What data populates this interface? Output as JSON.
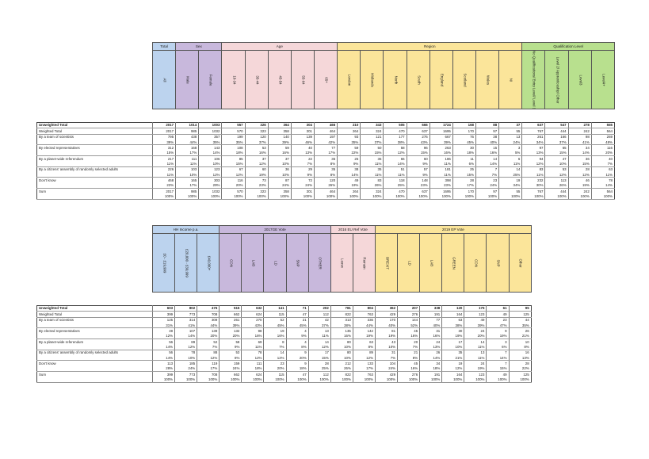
{
  "table1": {
    "groups": [
      {
        "label": "Total",
        "span": 1,
        "color": "#bcd3ee"
      },
      {
        "label": "Sex",
        "span": 2,
        "color": "#c8b8dc"
      },
      {
        "label": "Age",
        "span": 5,
        "color": "#f5d7d9"
      },
      {
        "label": "Region",
        "span": 8,
        "color": "#fbe59a"
      },
      {
        "label": "Qualification Level",
        "span": 4,
        "color": "#b8e08e"
      }
    ],
    "columns": [
      {
        "label": "All",
        "color": "#bcd3ee"
      },
      {
        "label": "Male",
        "color": "#c8b8dc"
      },
      {
        "label": "Female",
        "color": "#c8b8dc"
      },
      {
        "label": "18-34",
        "color": "#f5d7d9"
      },
      {
        "label": "35-44",
        "color": "#f5d7d9"
      },
      {
        "label": "45-54",
        "color": "#f5d7d9"
      },
      {
        "label": "55-64",
        "color": "#f5d7d9"
      },
      {
        "label": "65+",
        "color": "#f5d7d9"
      },
      {
        "label": "London",
        "color": "#fbe59a"
      },
      {
        "label": "Midlands",
        "color": "#fbe59a"
      },
      {
        "label": "North",
        "color": "#fbe59a"
      },
      {
        "label": "South",
        "color": "#fbe59a"
      },
      {
        "label": "England",
        "color": "#fbe59a"
      },
      {
        "label": "Scotland",
        "color": "#fbe59a"
      },
      {
        "label": "Wales",
        "color": "#fbe59a"
      },
      {
        "label": "NI",
        "color": "#fbe59a"
      },
      {
        "label": "No Qualifications/ Entry Level/ Level 1",
        "color": "#b8e08e"
      },
      {
        "label": "Level 2/ Apprenticeship/ Other",
        "color": "#b8e08e"
      },
      {
        "label": "Level3",
        "color": "#b8e08e"
      },
      {
        "label": "Level4+",
        "color": "#b8e08e"
      }
    ],
    "rows": [
      {
        "label": "Unweighted Total",
        "values": [
          "2017",
          "1014",
          "1003",
          "557",
          "326",
          "364",
          "304",
          "466",
          "210",
          "343",
          "505",
          "666",
          "1724",
          "168",
          "88",
          "37",
          "637",
          "547",
          "278",
          "555"
        ],
        "bold": true
      },
      {
        "label": "Weighted Total",
        "values": [
          "2017",
          "985",
          "1032",
          "570",
          "323",
          "358",
          "301",
          "464",
          "264",
          "324",
          "470",
          "637",
          "1695",
          "170",
          "97",
          "55",
          "767",
          "444",
          "242",
          "564"
        ]
      },
      {
        "label": "By a team of scientists",
        "values": [
          "795",
          "438",
          "357",
          "199",
          "120",
          "140",
          "139",
          "197",
          "93",
          "121",
          "177",
          "276",
          "667",
          "76",
          "38",
          "13",
          "261",
          "166",
          "98",
          "269"
        ]
      },
      {
        "label": "",
        "values": [
          "39%",
          "44%",
          "35%",
          "35%",
          "37%",
          "39%",
          "46%",
          "42%",
          "35%",
          "37%",
          "38%",
          "43%",
          "39%",
          "45%",
          "40%",
          "24%",
          "34%",
          "37%",
          "41%",
          "48%"
        ]
      },
      {
        "label": "By elected representatives",
        "values": [
          "312",
          "168",
          "143",
          "108",
          "53",
          "59",
          "40",
          "77",
          "59",
          "50",
          "58",
          "96",
          "263",
          "30",
          "15",
          "3",
          "97",
          "65",
          "34",
          "116"
        ]
      },
      {
        "label": "",
        "values": [
          "15%",
          "17%",
          "14%",
          "18%",
          "16%",
          "16%",
          "13%",
          "17%",
          "22%",
          "15%",
          "12%",
          "15%",
          "16%",
          "18%",
          "16%",
          "5%",
          "13%",
          "15%",
          "14%",
          "20%"
        ]
      },
      {
        "label": "By a planet-wide referendum",
        "values": [
          "217",
          "111",
          "106",
          "85",
          "37",
          "37",
          "22",
          "36",
          "25",
          "36",
          "66",
          "60",
          "186",
          "11",
          "14",
          "6",
          "94",
          "47",
          "36",
          "40"
        ]
      },
      {
        "label": "",
        "values": [
          "11%",
          "11%",
          "10%",
          "15%",
          "12%",
          "10%",
          "7%",
          "8%",
          "9%",
          "11%",
          "14%",
          "9%",
          "11%",
          "6%",
          "14%",
          "11%",
          "12%",
          "10%",
          "15%",
          "7%"
        ]
      },
      {
        "label": "By a citizens' assembly of randomly selected adults",
        "values": [
          "226",
          "103",
          "123",
          "67",
          "60",
          "36",
          "29",
          "35",
          "38",
          "35",
          "51",
          "57",
          "181",
          "25",
          "7",
          "14",
          "83",
          "53",
          "28",
          "63"
        ]
      },
      {
        "label": "",
        "values": [
          "11%",
          "10%",
          "12%",
          "12%",
          "19%",
          "10%",
          "9%",
          "8%",
          "14%",
          "11%",
          "11%",
          "9%",
          "11%",
          "15%",
          "7%",
          "25%",
          "11%",
          "12%",
          "12%",
          "11%"
        ]
      },
      {
        "label": "Don't know",
        "values": [
          "468",
          "165",
          "303",
          "116",
          "73",
          "87",
          "72",
          "120",
          "49",
          "83",
          "118",
          "148",
          "398",
          "28",
          "23",
          "19",
          "232",
          "113",
          "46",
          "78"
        ]
      },
      {
        "label": "",
        "values": [
          "23%",
          "17%",
          "29%",
          "20%",
          "23%",
          "24%",
          "24%",
          "26%",
          "19%",
          "26%",
          "25%",
          "23%",
          "23%",
          "17%",
          "24%",
          "34%",
          "30%",
          "26%",
          "19%",
          "14%"
        ]
      },
      {
        "label": "Sum",
        "values": [
          "2017",
          "985",
          "1032",
          "570",
          "323",
          "358",
          "301",
          "464",
          "264",
          "324",
          "470",
          "637",
          "1695",
          "170",
          "97",
          "55",
          "767",
          "444",
          "242",
          "564"
        ]
      },
      {
        "label": "",
        "values": [
          "100%",
          "100%",
          "100%",
          "100%",
          "100%",
          "100%",
          "100%",
          "100%",
          "100%",
          "100%",
          "100%",
          "100%",
          "100%",
          "100%",
          "100%",
          "100%",
          "100%",
          "100%",
          "100%",
          "100%"
        ]
      }
    ]
  },
  "table2": {
    "groups": [
      {
        "label": "HH Income p.a.",
        "span": 3,
        "color": "#bcd3ee"
      },
      {
        "label": "2017GE Vote",
        "span": 5,
        "color": "#c8b8dc"
      },
      {
        "label": "2016 EU Ref Vote",
        "span": 2,
        "color": "#f5d7d9"
      },
      {
        "label": "2019 EP Vote",
        "span": 7,
        "color": "#fbe59a"
      }
    ],
    "columns": [
      {
        "label": "£0 - £19,999",
        "color": "#bcd3ee"
      },
      {
        "label": "£20,000 - £39,999",
        "color": "#bcd3ee"
      },
      {
        "label": "£40,000+",
        "color": "#bcd3ee"
      },
      {
        "label": "CON",
        "color": "#c8b8dc"
      },
      {
        "label": "LAB",
        "color": "#c8b8dc"
      },
      {
        "label": "LD",
        "color": "#c8b8dc"
      },
      {
        "label": "SNP",
        "color": "#c8b8dc"
      },
      {
        "label": "OTHER",
        "color": "#c8b8dc"
      },
      {
        "label": "Leave",
        "color": "#f5d7d9"
      },
      {
        "label": "Remain",
        "color": "#f5d7d9"
      },
      {
        "label": "BREXIT",
        "color": "#fbe59a"
      },
      {
        "label": "LD",
        "color": "#fbe59a"
      },
      {
        "label": "LAB",
        "color": "#fbe59a"
      },
      {
        "label": "GREEN",
        "color": "#fbe59a"
      },
      {
        "label": "CON",
        "color": "#fbe59a"
      },
      {
        "label": "SNP",
        "color": "#fbe59a"
      },
      {
        "label": "Other",
        "color": "#fbe59a"
      }
    ],
    "rows": [
      {
        "label": "Unweighted Total",
        "values": [
          "603",
          "802",
          "476",
          "515",
          "632",
          "141",
          "71",
          "202",
          "781",
          "804",
          "362",
          "207",
          "338",
          "120",
          "175",
          "61",
          "95"
        ],
        "bold": true
      },
      {
        "label": "Weighted Total",
        "values": [
          "399",
          "773",
          "708",
          "662",
          "624",
          "115",
          "47",
          "112",
          "822",
          "763",
          "429",
          "276",
          "191",
          "164",
          "123",
          "49",
          "125"
        ]
      },
      {
        "label": "By a team of scientists",
        "values": [
          "125",
          "314",
          "309",
          "261",
          "270",
          "52",
          "21",
          "42",
          "313",
          "336",
          "170",
          "144",
          "77",
          "63",
          "49",
          "23",
          "44"
        ]
      },
      {
        "label": "",
        "values": [
          "31%",
          "41%",
          "44%",
          "39%",
          "43%",
          "45%",
          "45%",
          "37%",
          "38%",
          "44%",
          "40%",
          "52%",
          "40%",
          "38%",
          "39%",
          "47%",
          "35%"
        ]
      },
      {
        "label": "By elected representatives",
        "values": [
          "49",
          "107",
          "139",
          "132",
          "98",
          "19",
          "4",
          "13",
          "135",
          "142",
          "81",
          "45",
          "31",
          "30",
          "24",
          "9",
          "26"
        ]
      },
      {
        "label": "",
        "values": [
          "12%",
          "14%",
          "20%",
          "20%",
          "16%",
          "16%",
          "9%",
          "11%",
          "16%",
          "19%",
          "19%",
          "16%",
          "16%",
          "19%",
          "20%",
          "19%",
          "21%"
        ]
      },
      {
        "label": "By a planet-wide referendum",
        "values": [
          "56",
          "89",
          "52",
          "58",
          "69",
          "8",
          "4",
          "14",
          "80",
          "63",
          "43",
          "20",
          "24",
          "17",
          "14",
          "3",
          "10"
        ]
      },
      {
        "label": "",
        "values": [
          "14%",
          "12%",
          "7%",
          "9%",
          "11%",
          "7%",
          "8%",
          "12%",
          "10%",
          "8%",
          "10%",
          "7%",
          "13%",
          "10%",
          "11%",
          "6%",
          "8%"
        ]
      },
      {
        "label": "By a citizens' assembly of randomly selected adults",
        "values": [
          "56",
          "78",
          "88",
          "53",
          "78",
          "14",
          "9",
          "17",
          "80",
          "89",
          "31",
          "21",
          "26",
          "35",
          "13",
          "7",
          "16"
        ]
      },
      {
        "label": "",
        "values": [
          "14%",
          "10%",
          "12%",
          "8%",
          "12%",
          "12%",
          "20%",
          "15%",
          "10%",
          "12%",
          "7%",
          "8%",
          "14%",
          "21%",
          "11%",
          "14%",
          "13%"
        ]
      },
      {
        "label": "Don't know",
        "values": [
          "113",
          "185",
          "119",
          "159",
          "111",
          "23",
          "9",
          "28",
          "212",
          "133",
          "104",
          "45",
          "34",
          "19",
          "24",
          "7",
          "28"
        ]
      },
      {
        "label": "",
        "values": [
          "28%",
          "24%",
          "17%",
          "24%",
          "18%",
          "20%",
          "18%",
          "25%",
          "26%",
          "17%",
          "24%",
          "16%",
          "18%",
          "12%",
          "19%",
          "15%",
          "22%"
        ]
      },
      {
        "label": "Sum",
        "values": [
          "399",
          "773",
          "708",
          "662",
          "624",
          "115",
          "47",
          "112",
          "822",
          "763",
          "429",
          "276",
          "191",
          "164",
          "123",
          "49",
          "125"
        ]
      },
      {
        "label": "",
        "values": [
          "100%",
          "100%",
          "100%",
          "100%",
          "100%",
          "100%",
          "100%",
          "100%",
          "100%",
          "100%",
          "100%",
          "100%",
          "100%",
          "100%",
          "100%",
          "100%",
          "100%"
        ]
      }
    ]
  }
}
